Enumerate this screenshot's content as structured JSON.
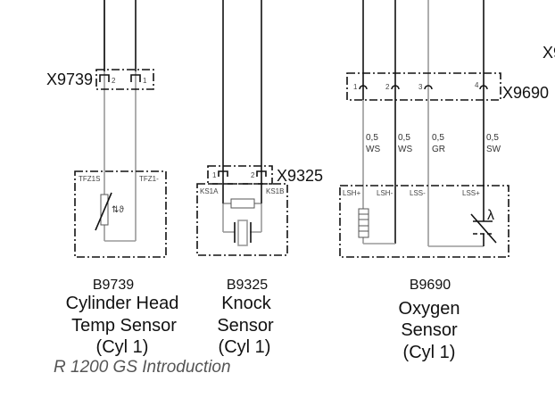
{
  "connectors": {
    "x9739": "X9739",
    "x9325": "X9325",
    "x9690": "X9690",
    "cut_off": "X9"
  },
  "pins": {
    "x9739": [
      "2",
      "1"
    ],
    "x9325": [
      "1",
      "2"
    ],
    "x9690": [
      "1",
      "2",
      "3",
      "4"
    ]
  },
  "terminals": {
    "b9739": [
      "TFZ1S",
      "TFZ1-"
    ],
    "b9325": [
      "KS1A",
      "KS1B"
    ],
    "b9690": [
      "LSH+",
      "LSH-",
      "LSS-",
      "LSS+"
    ]
  },
  "wires": [
    {
      "size": "0,5",
      "color": "WS"
    },
    {
      "size": "0,5",
      "color": "WS"
    },
    {
      "size": "0,5",
      "color": "GR"
    },
    {
      "size": "0,5",
      "color": "SW"
    }
  ],
  "symbols": {
    "lambda": "λ"
  },
  "components": [
    {
      "id": "B9739",
      "lines": [
        "Cylinder Head",
        "Temp Sensor",
        "(Cyl 1)"
      ]
    },
    {
      "id": "B9325",
      "lines": [
        "Knock",
        "Sensor",
        "(Cyl 1)"
      ]
    },
    {
      "id": "B9690",
      "lines": [
        "Oxygen",
        "Sensor",
        "(Cyl 1)"
      ]
    }
  ],
  "footer": "R 1200 GS Introduction"
}
